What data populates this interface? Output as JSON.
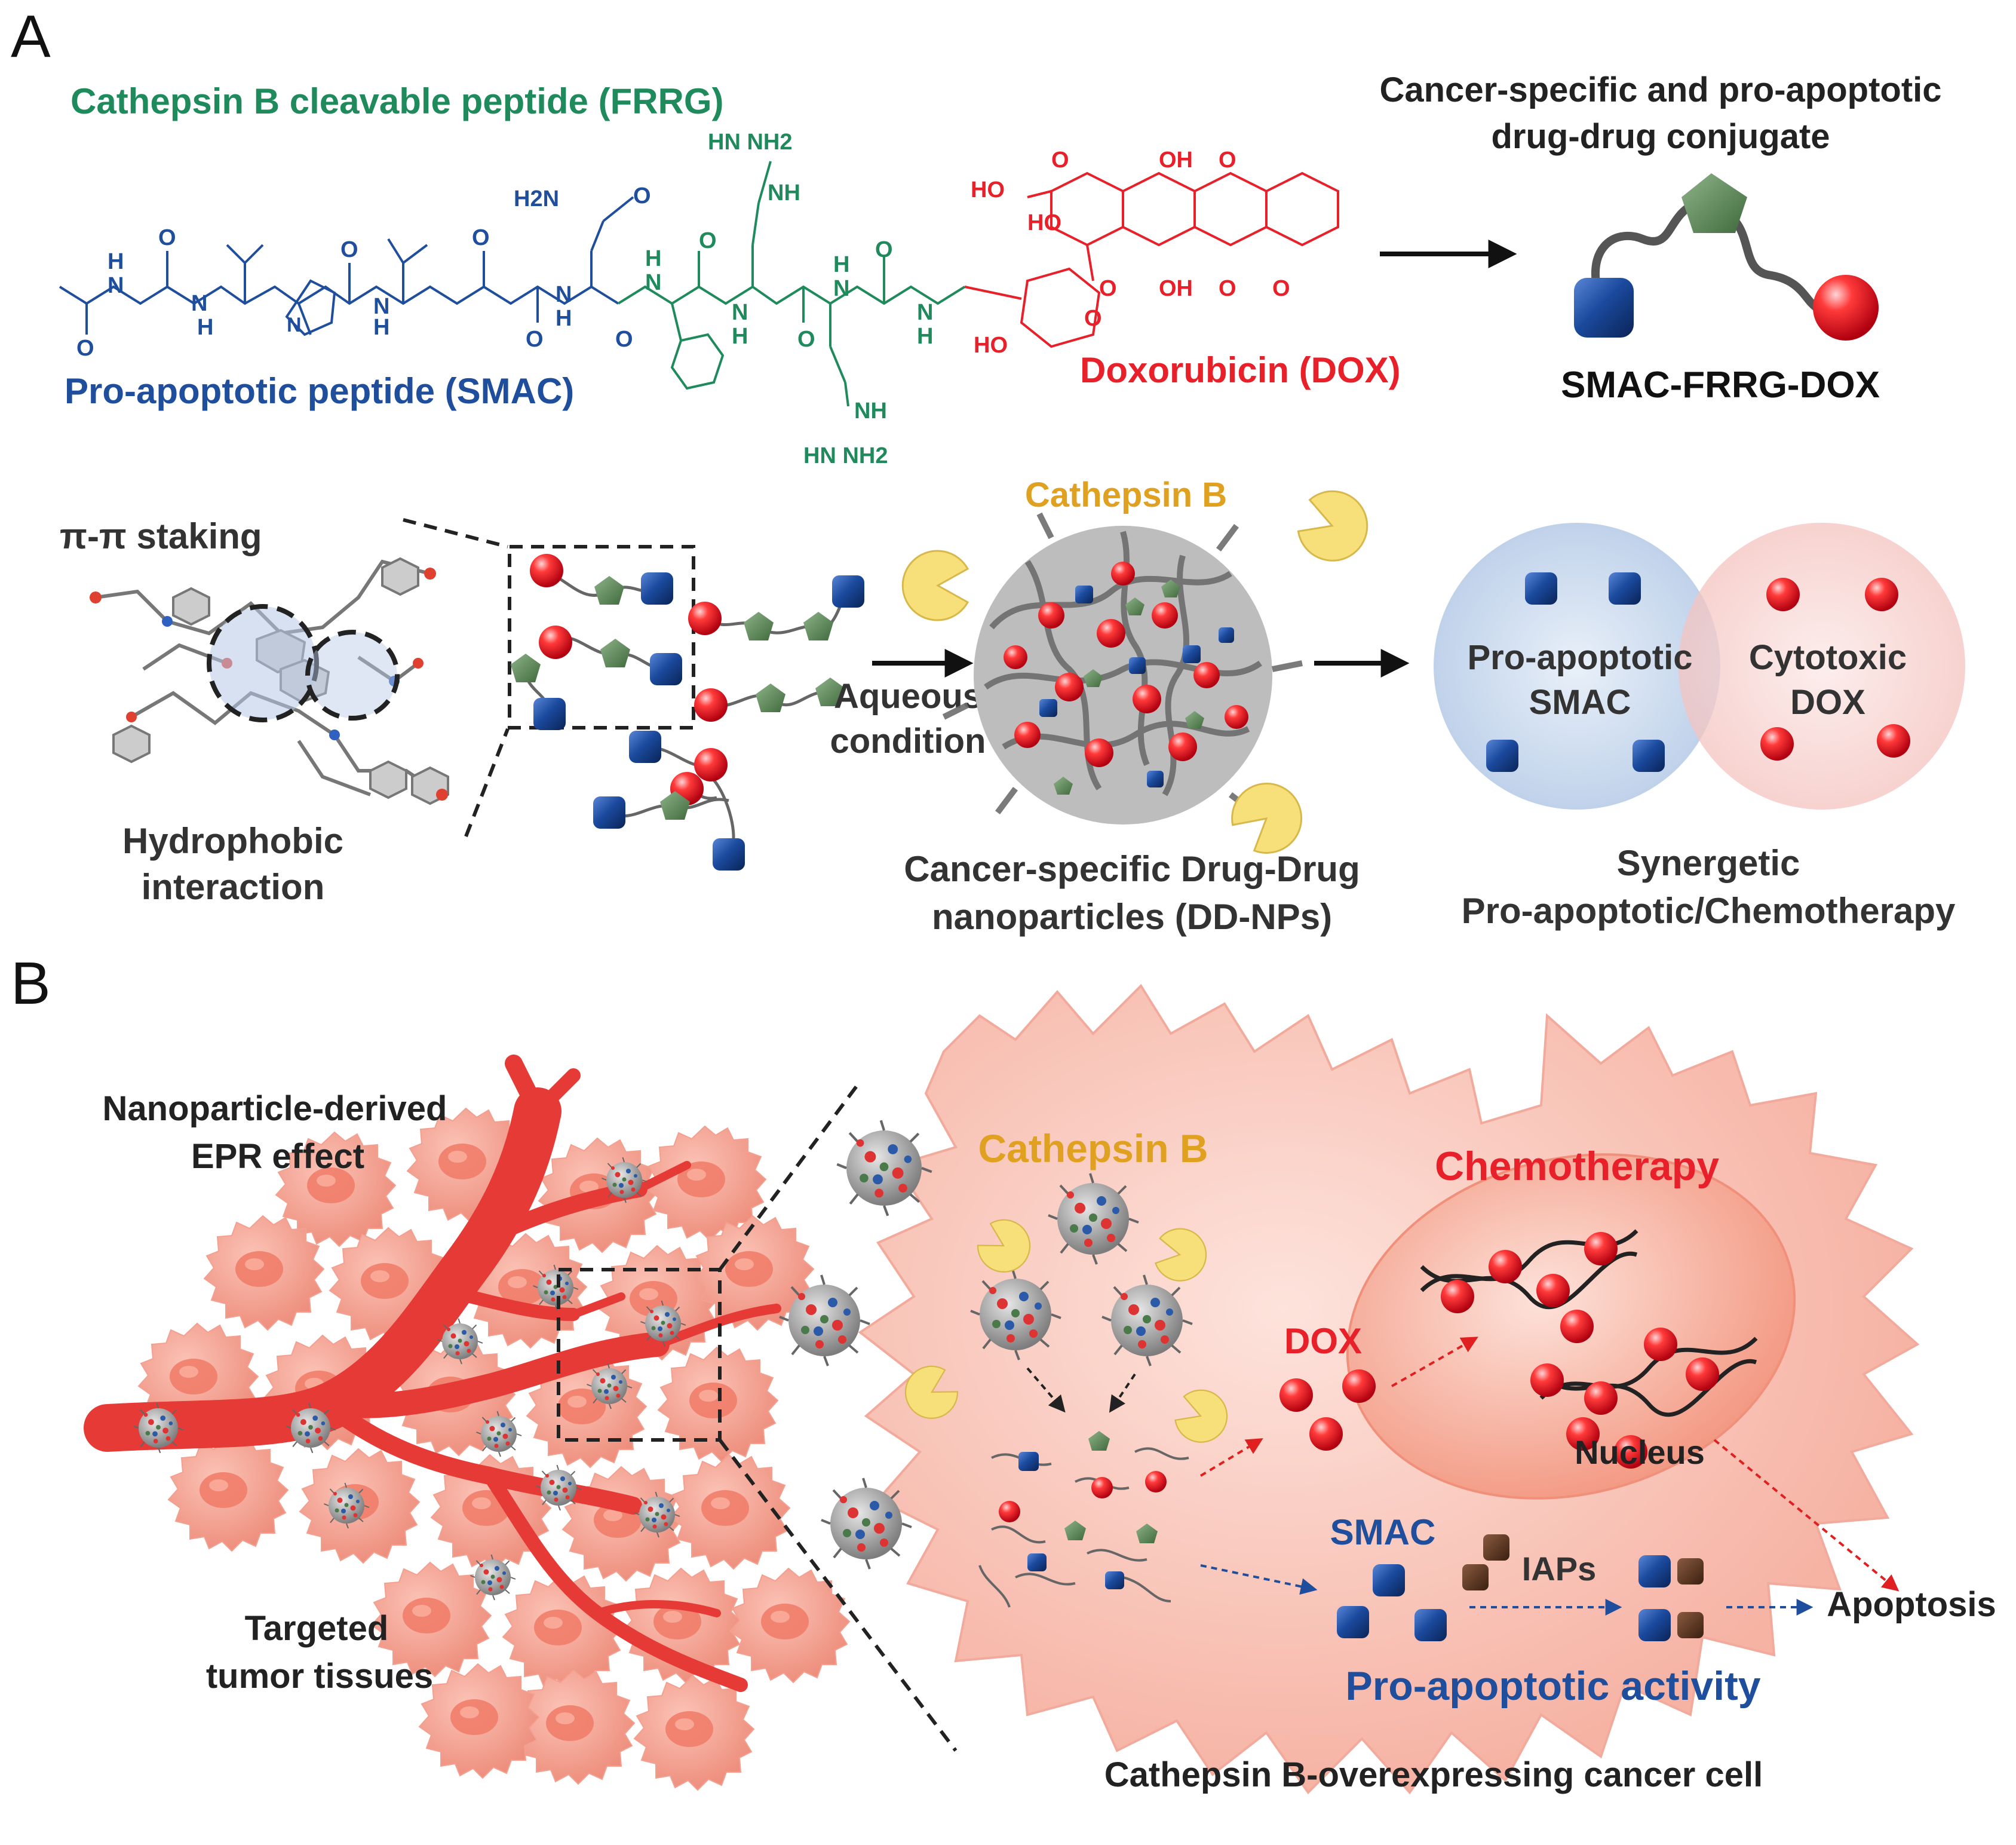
{
  "panel_a": {
    "letter": "A",
    "frrg_label": "Cathepsin B cleavable peptide (FRRG)",
    "smac_label": "Pro-apoptotic peptide (SMAC)",
    "dox_label": "Doxorubicin (DOX)",
    "conjugate_title_1": "Cancer-specific  and pro-apoptotic",
    "conjugate_title_2": "drug-drug conjugate",
    "conjugate_name": "SMAC-FRRG-DOX",
    "pi_stacking": "π-π staking",
    "hydrophobic_1": "Hydrophobic",
    "hydrophobic_2": "interaction",
    "aqueous_1": "Aqueous",
    "aqueous_2": "condition",
    "cathepsin": "Cathepsin B",
    "nanoparticle_1": "Cancer-specific  Drug-Drug",
    "nanoparticle_2": "nanoparticles  (DD-NPs)",
    "venn_left_1": "Pro-apoptotic",
    "venn_left_2": "SMAC",
    "venn_right_1": "Cytotoxic",
    "venn_right_2": "DOX",
    "synergy_1": "Synergetic",
    "synergy_2": "Pro-apoptotic/Chemotherapy",
    "chem_labels": {
      "h2n": "H2N",
      "o": "O",
      "hn_nh2": "HN NH2",
      "nh": "NH",
      "ho": "HO",
      "oh": "OH",
      "h": "H",
      "n": "N"
    }
  },
  "panel_b": {
    "letter": "B",
    "epr_1": "Nanoparticle-derived",
    "epr_2": "EPR effect",
    "tissue_1": "Targeted",
    "tissue_2": "tumor tissues",
    "cathepsin": "Cathepsin B",
    "chemotherapy": "Chemotherapy",
    "dox": "DOX",
    "nucleus": "Nucleus",
    "smac": "SMAC",
    "iaps": "IAPs",
    "apoptosis": "Apoptosis",
    "activity": "Pro-apoptotic activity",
    "cell_caption": "Cathepsin B-overexpressing cancer cell"
  },
  "colors": {
    "smac_blue": "#1f4e9c",
    "frrg_green": "#1f8a5c",
    "dox_red": "#e8202a",
    "cathepsin_gold": "#e0a020",
    "cell_pink": "#f6b5a8",
    "vessel_red": "#e53a35"
  }
}
